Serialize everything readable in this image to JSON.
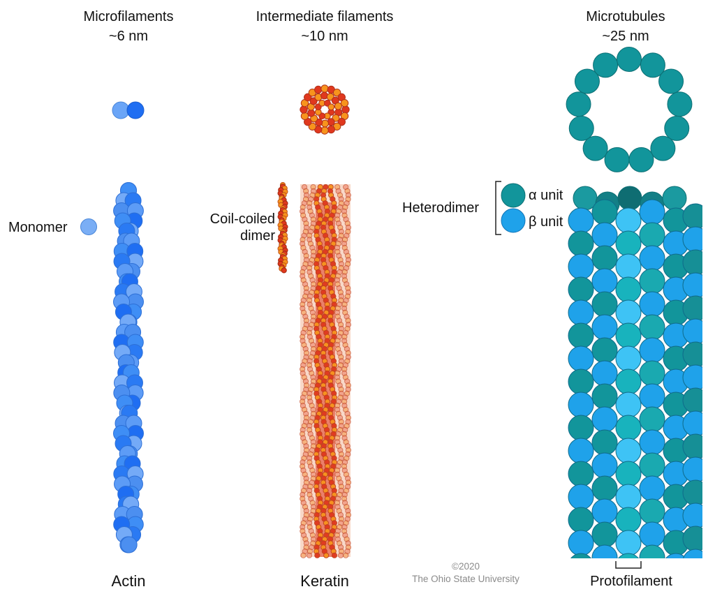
{
  "columns": {
    "microfilaments": {
      "title": "Microfilaments",
      "size": "~6 nm",
      "bottom_label": "Actin"
    },
    "intermediate": {
      "title": "Intermediate filaments",
      "size": "~10 nm",
      "bottom_label": "Keratin"
    },
    "microtubules": {
      "title": "Microtubules",
      "size": "~25 nm",
      "bottom_label": "Protofilament"
    }
  },
  "annotations": {
    "monomer": "Monomer",
    "coil_coiled_line1": "Coil-coiled",
    "coil_coiled_line2": "dimer",
    "heterodimer": "Heterodimer",
    "alpha_unit": "α unit",
    "beta_unit": "β unit"
  },
  "copyright": {
    "year": "©2020",
    "owner": "The Ohio State  University"
  },
  "colors": {
    "actin_light": "#6aa5f7",
    "actin_dark": "#1f6ef2",
    "keratin_red": "#e0381e",
    "keratin_orange": "#f7941d",
    "tubulin_alpha": "#12959b",
    "tubulin_beta": "#1fa2ea",
    "tubulin_light": "#3ec3f5"
  }
}
